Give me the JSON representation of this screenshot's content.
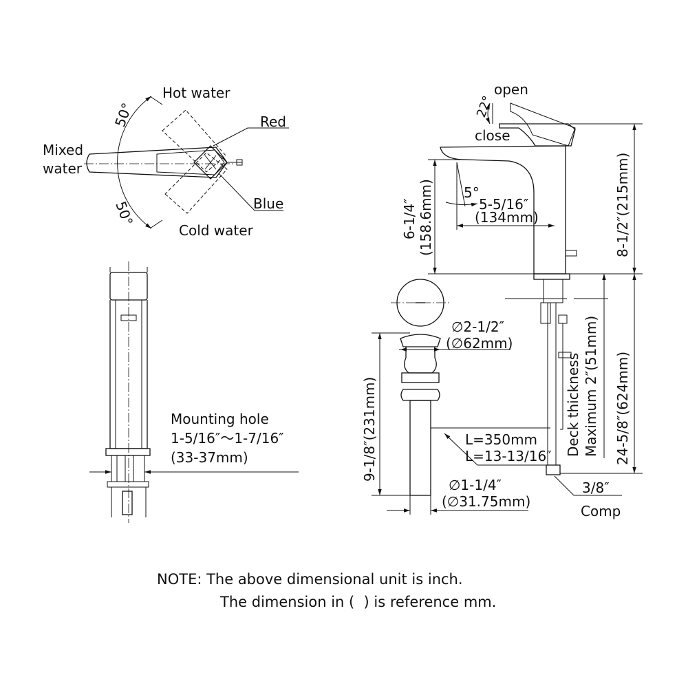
{
  "top_view": {
    "hot_water": "Hot water",
    "mixed_water_line1": "Mixed",
    "mixed_water_line2": "water",
    "cold_water": "Cold water",
    "red": "Red",
    "blue": "Blue",
    "angle_top": "50°",
    "angle_bottom": "50°"
  },
  "front_view": {
    "mounting_hole_line1": "Mounting hole",
    "mounting_hole_line2": "1-5/16″～1-7/16″",
    "mounting_hole_line3": "(33-37mm)"
  },
  "side_view": {
    "open": "open",
    "close": "close",
    "angle_22": "22°",
    "angle_5": "5°",
    "reach_in": "5-5/16″",
    "reach_mm": "(134mm)",
    "spout_height_in": "6-1/4″",
    "spout_height_mm": "(158.6mm)",
    "total_height": "8-1/2″(215mm)",
    "below_deck": "24-5/8″(624mm)",
    "deck_line1": "Deck thickness",
    "deck_line2": "Maximum 2″(51mm)",
    "hose_mm": "L=350mm",
    "hose_in": "L=13-13/16″",
    "comp_size": "3/8″",
    "comp_label": "Comp"
  },
  "drain": {
    "top_dia_in": "∅2-1/2″",
    "top_dia_mm": "(∅62mm)",
    "length": "9-1/8″(231mm)",
    "pipe_dia_in": "∅1-1/4″",
    "pipe_dia_mm": "(∅31.75mm)"
  },
  "note": {
    "line1": "NOTE: The above dimensional unit is inch.",
    "line2": "The dimension in (  ) is reference mm."
  }
}
